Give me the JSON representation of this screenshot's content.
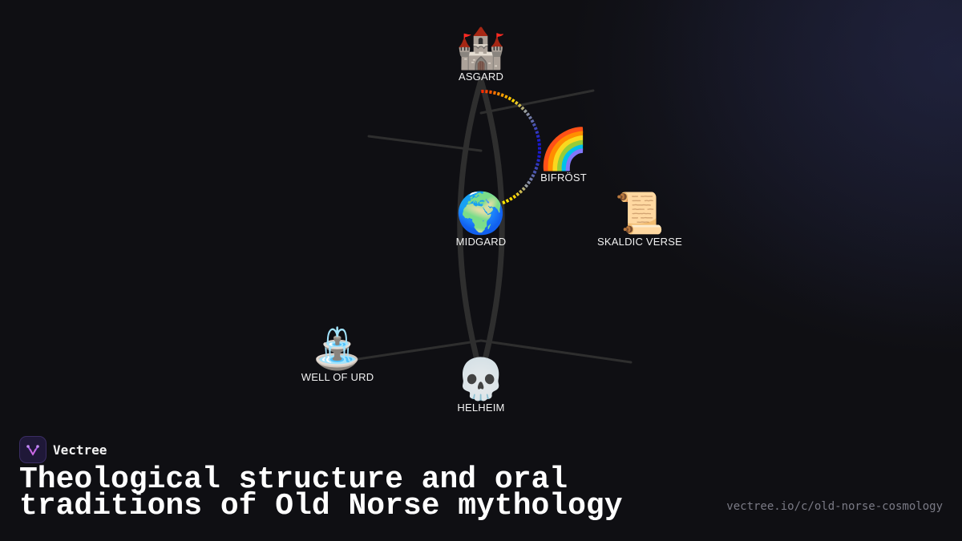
{
  "brand": {
    "name": "Vectree"
  },
  "title": "Theological structure and oral traditions of Old Norse mythology",
  "url": "vectree.io/c/old-norse-cosmology",
  "nodes": {
    "asgard": {
      "emoji": "🏰",
      "label": "ASGARD"
    },
    "bifrost": {
      "emoji": "🌈",
      "label": "BIFRÖST"
    },
    "midgard": {
      "emoji": "🌍",
      "label": "MIDGARD"
    },
    "skaldic": {
      "emoji": "📜",
      "label": "SKALDIC VERSE"
    },
    "urd": {
      "emoji": "⛲",
      "label": "WELL OF URD"
    },
    "helheim": {
      "emoji": "💀",
      "label": "HELHEIM"
    }
  },
  "colors": {
    "background": "#0f0f13",
    "branch": "#2e2e2e",
    "rainbow": [
      "#ff2a00",
      "#ff8a00",
      "#ffd400",
      "#9aa0a0",
      "#4a55b0",
      "#1a1ad0",
      "#1a1ad0",
      "#4a55b0",
      "#9aa0a0",
      "#ffd400",
      "#ffee00"
    ]
  }
}
